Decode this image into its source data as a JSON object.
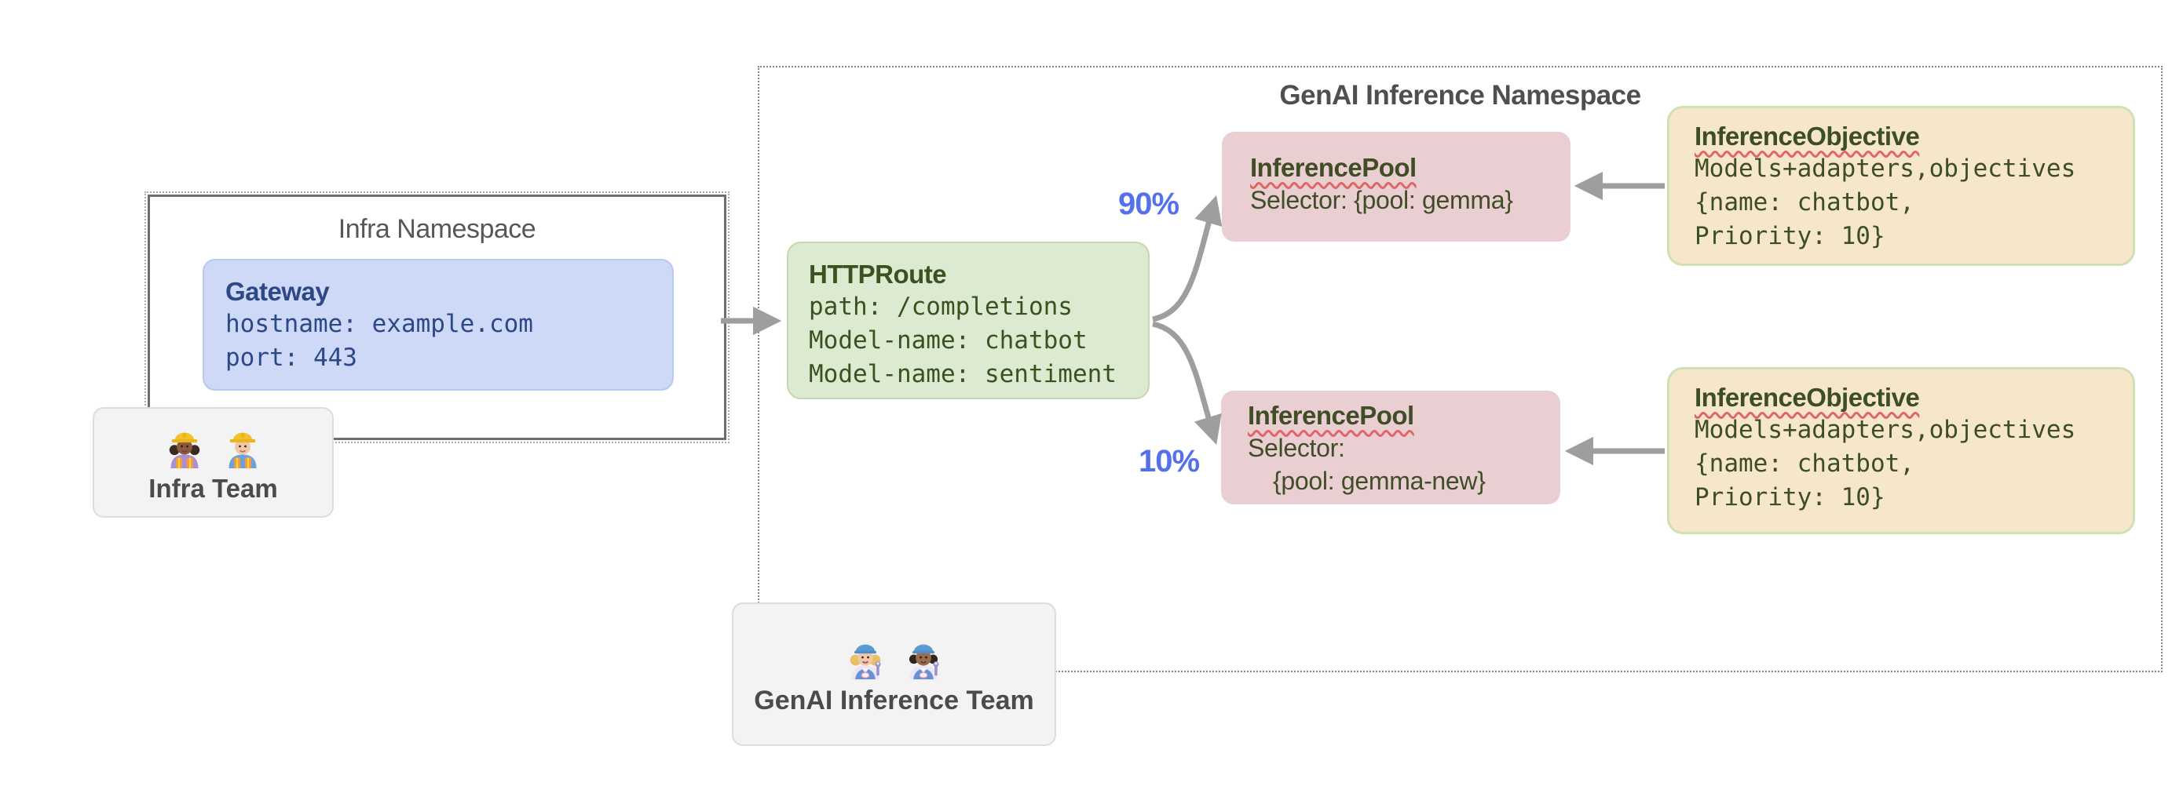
{
  "infra_namespace": {
    "title": "Infra Namespace"
  },
  "gateway": {
    "title": "Gateway",
    "lines": [
      "hostname: example.com",
      "port: 443"
    ]
  },
  "infra_team": {
    "label": "Infra Team",
    "emojis": [
      "woman-construction-worker",
      "man-construction-worker"
    ]
  },
  "genai_namespace": {
    "title": "GenAI Inference Namespace"
  },
  "httproute": {
    "title": "HTTPRoute",
    "lines": [
      "path: /completions",
      "Model-name: chatbot",
      "Model-name: sentiment"
    ]
  },
  "traffic_split": {
    "top_percent": "90%",
    "bottom_percent": "10%"
  },
  "inference_pools": [
    {
      "title": "InferencePool",
      "lines": [
        "Selector: {pool: gemma}"
      ]
    },
    {
      "title": "InferencePool",
      "lines": [
        "Selector:",
        "{pool: gemma-new}"
      ]
    }
  ],
  "inference_objectives": [
    {
      "title": "InferenceObjective",
      "lines": [
        "Models+adapters,objectives",
        "{name: chatbot,",
        "Priority: 10}"
      ]
    },
    {
      "title": "InferenceObjective",
      "lines": [
        "Models+adapters,objectives",
        "{name: chatbot,",
        "Priority: 10}"
      ]
    }
  ],
  "genai_team": {
    "label": "GenAI Inference Team",
    "emojis": [
      "woman-mechanic",
      "man-mechanic"
    ]
  },
  "colors": {
    "gateway_fill": "#cdd9f6",
    "gateway_text": "#2d4886",
    "httproute_fill": "#dcead2",
    "httproute_text": "#3a5220",
    "pool_fill": "#e9cfd2",
    "pool_text": "#414d26",
    "objective_fill": "#f6e7ca",
    "objective_border": "#cfe0b4",
    "objective_text": "#3d4d24",
    "team_fill": "#f3f3f4",
    "arrow_gray": "#9e9e9e",
    "percent_blue": "#5570ec",
    "squiggle_red": "#e06666",
    "frame_gray": "#6e6e6e"
  }
}
